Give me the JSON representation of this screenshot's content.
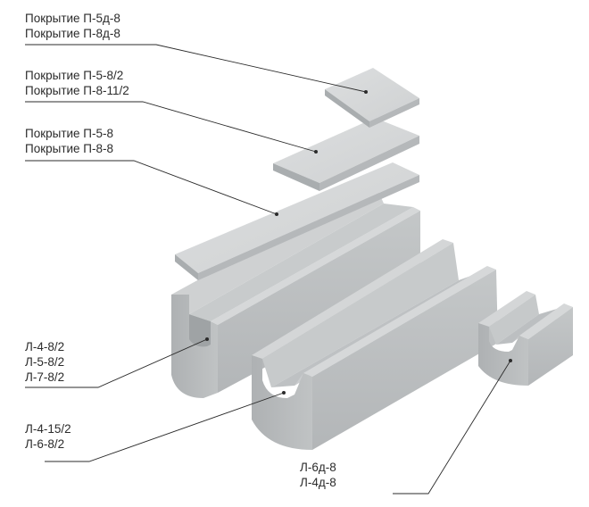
{
  "labels": {
    "cover_p5d8": [
      "Покрытие П-5д-8",
      "Покрытие П-8д-8"
    ],
    "cover_p5_8_2": [
      "Покрытие П-5-8/2",
      "Покрытие П-8-11/2"
    ],
    "cover_p5_8": [
      "Покрытие П-5-8",
      "Покрытие П-8-8"
    ],
    "tray_l4_8_2": [
      "Л-4-8/2",
      "Л-5-8/2",
      "Л-7-8/2"
    ],
    "tray_l4_15_2": [
      "Л-4-15/2",
      "Л-6-8/2"
    ],
    "tray_l6d8": [
      "Л-6д-8",
      "Л-4д-8"
    ]
  },
  "colors": {
    "concrete_top": "#d3d5d6",
    "concrete_side": "#b9bcbe",
    "concrete_dark": "#a4a8aa",
    "leader_line": "#2b2b2b"
  }
}
